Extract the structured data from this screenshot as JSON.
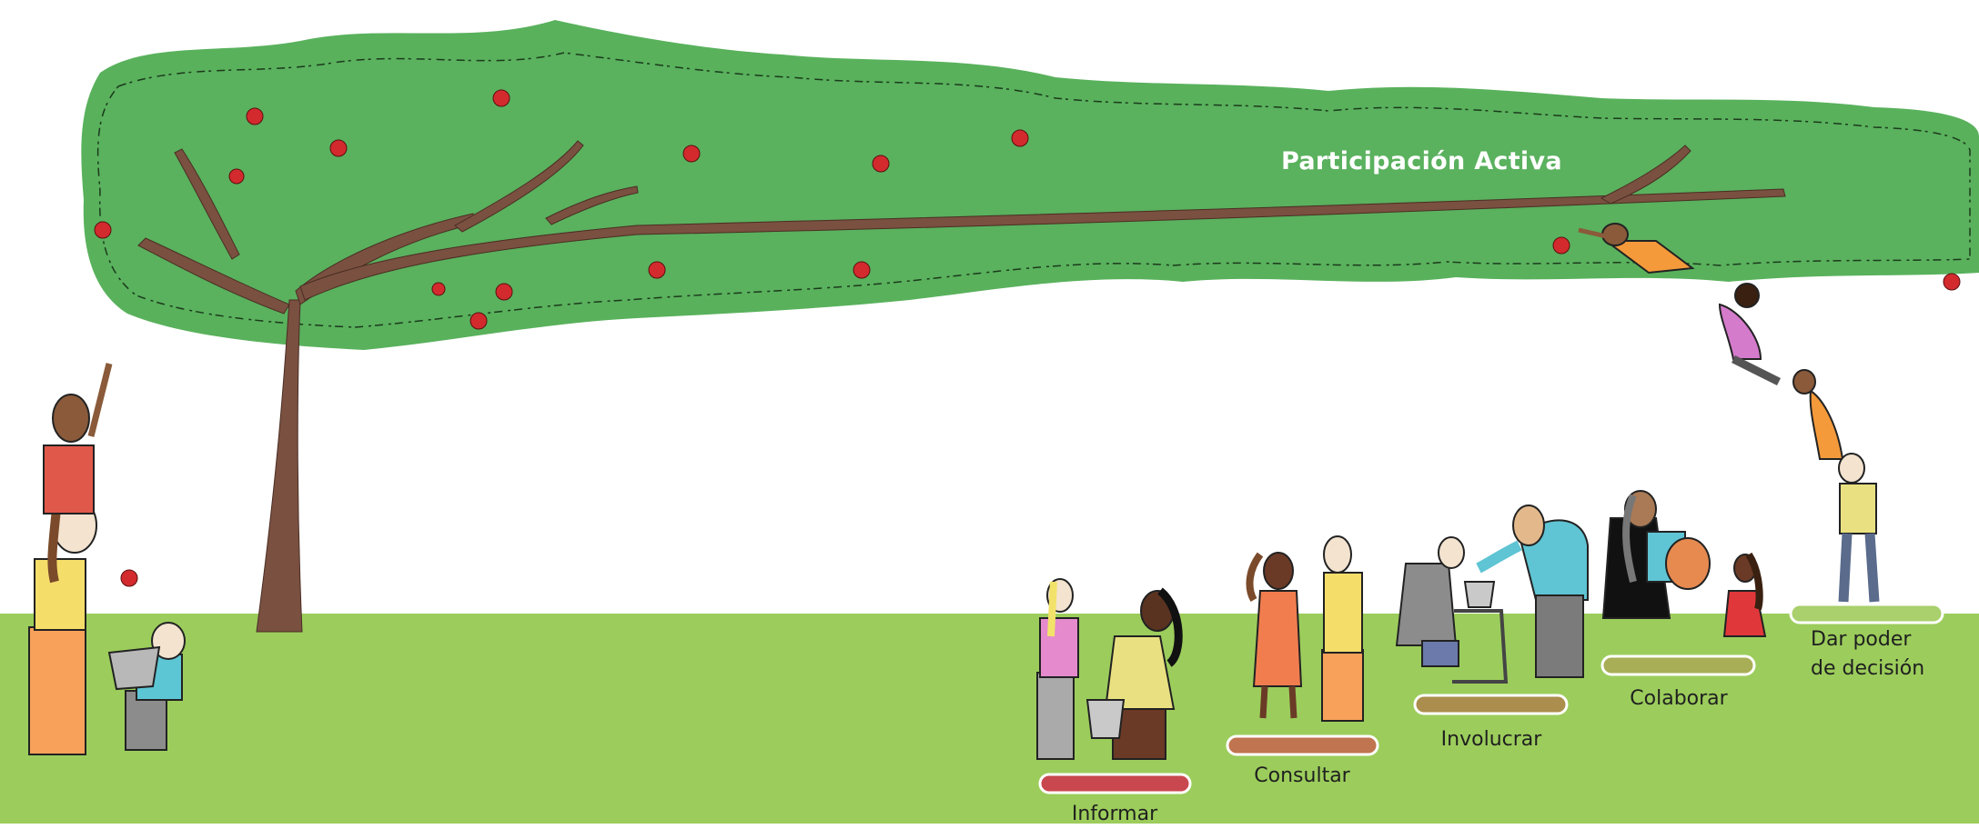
{
  "title": "Participación Activa",
  "levels": [
    {
      "label": "Informar",
      "color": "#c9484f"
    },
    {
      "label": "Consultar",
      "color": "#c07450"
    },
    {
      "label": "Involucrar",
      "color": "#ab8e4d"
    },
    {
      "label": "Colaborar",
      "color": "#a8ae55"
    },
    {
      "label": "Dar poder de decisión",
      "line1": "Dar poder",
      "line2": "de decisión",
      "color": "#a9d06c"
    }
  ],
  "colors": {
    "grass": "#9ccd5c",
    "canopy_outer": "#59b15c",
    "canopy_inner": "#5ab15e",
    "trunk": "#7a5040",
    "apple": "#d32a2e"
  }
}
